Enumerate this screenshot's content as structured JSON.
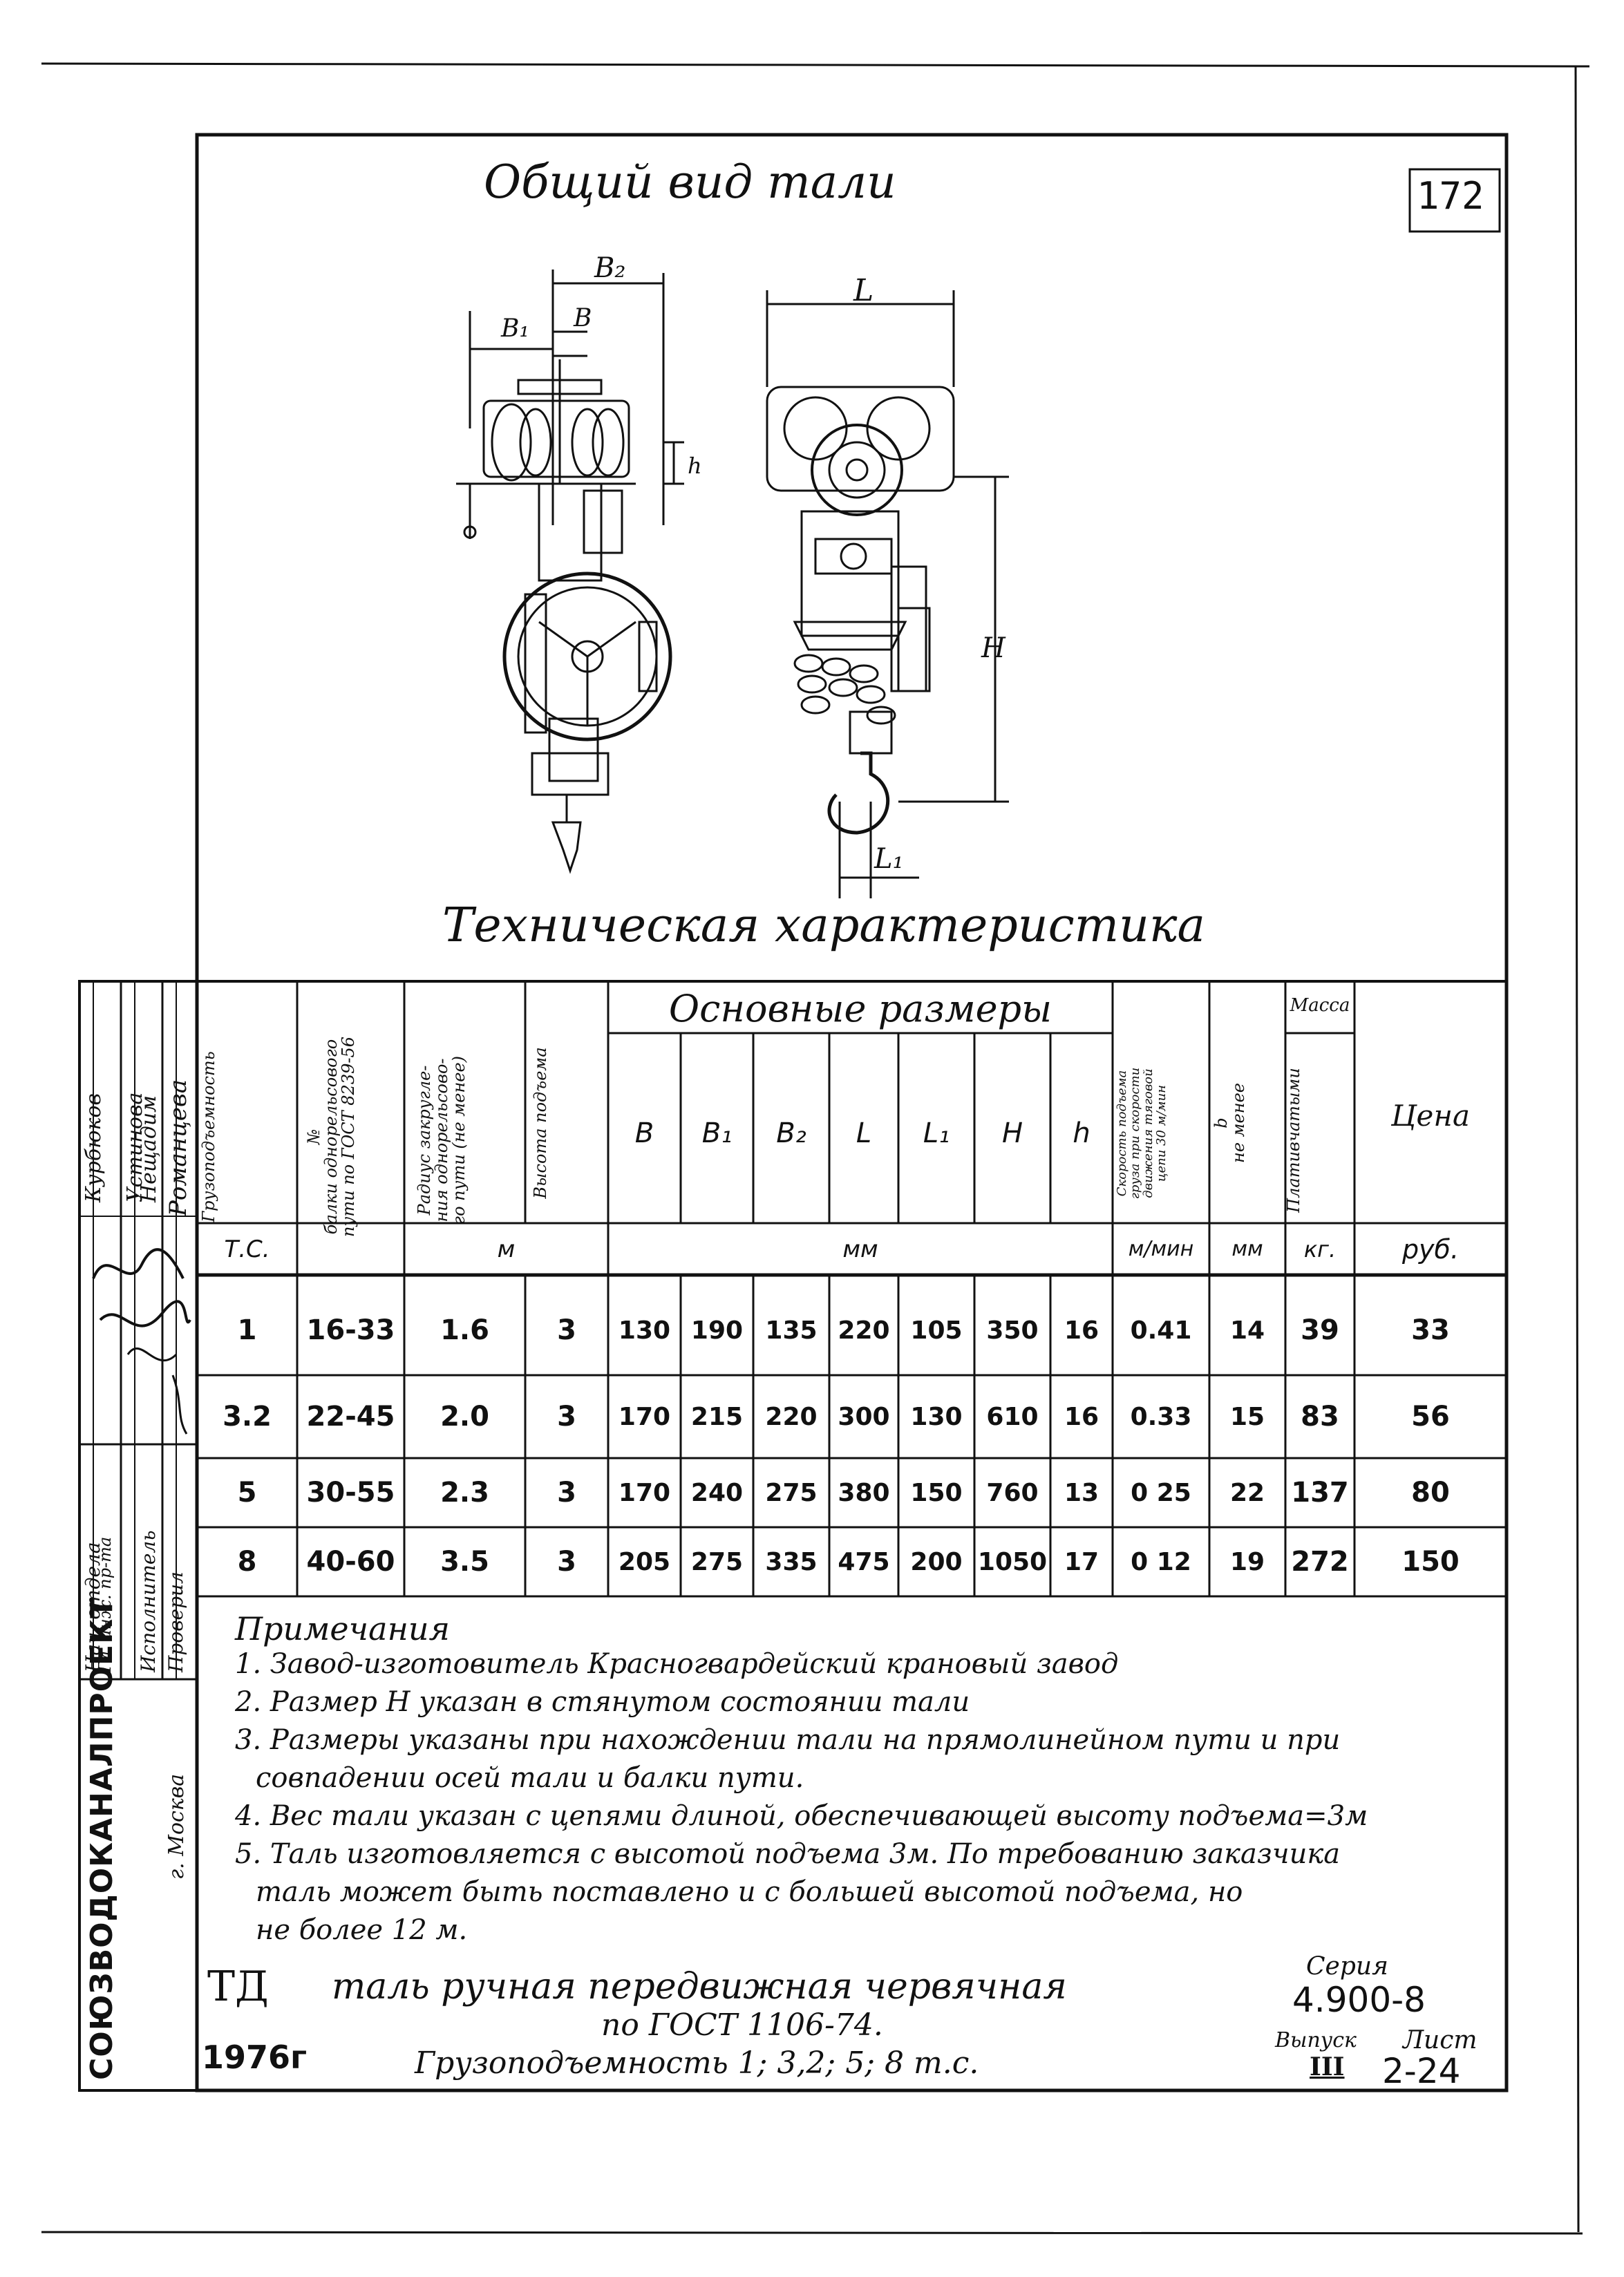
{
  "page_number": "172",
  "drawing": {
    "title": "Общий вид тали",
    "dim_labels": {
      "b2": "B₂",
      "b1": "B₁",
      "b": "B",
      "h_small": "h",
      "l": "L",
      "h_big": "H",
      "l1": "L₁"
    }
  },
  "table": {
    "title": "Техническая характеристика",
    "group_header": "Основные размеры",
    "headers": {
      "capacity": "Грузоподъемность",
      "beam": "№\nбалки однорельсового\nпути по ГОСТ 8239-56",
      "radius": "Радиус закругле-\nния однорельсово-\nго пути (не менее)",
      "lift": "Высота подъема",
      "B": "B",
      "B1": "B₁",
      "B2": "B₂",
      "L": "L",
      "L1": "L₁",
      "H": "H",
      "h": "h",
      "speed": "Скорость подъема\nгруза при скорости\nдвижения тяговой\nцепи 30 м/мин",
      "b_min": "b\nне менее",
      "mass_group": "Масса",
      "mass": "Плативчатыми",
      "price": "Цена"
    },
    "units": {
      "capacity": "Т.С.",
      "radius": "м",
      "dims": "мм",
      "speed": "м/мин",
      "b_min": "мм",
      "mass": "кг.",
      "price": "руб."
    },
    "rows": [
      [
        "1",
        "16-33",
        "1.6",
        "3",
        "130",
        "190",
        "135",
        "220",
        "105",
        "350",
        "16",
        "0.41",
        "14",
        "39",
        "33"
      ],
      [
        "3.2",
        "22-45",
        "2.0",
        "3",
        "170",
        "215",
        "220",
        "300",
        "130",
        "610",
        "16",
        "0.33",
        "15",
        "83",
        "56"
      ],
      [
        "5",
        "30-55",
        "2.3",
        "3",
        "170",
        "240",
        "275",
        "380",
        "150",
        "760",
        "13",
        "0 25",
        "22",
        "137",
        "80"
      ],
      [
        "8",
        "40-60",
        "3.5",
        "3",
        "205",
        "275",
        "335",
        "475",
        "200",
        "1050",
        "17",
        "0 12",
        "19",
        "272",
        "150"
      ]
    ]
  },
  "notes": {
    "title": "Примечания",
    "items": [
      "1. Завод-изготовитель Красногвардейский крановый завод",
      "2. Размер H указан в стянутом состоянии тали",
      "3. Размеры указаны при нахождении тали на прямолинейном пути и при",
      "совпадении осей тали и балки пути.",
      "4. Вес тали указан с цепями длиной, обеспечивающей высоту подъема=3м",
      "5. Таль изготовляется с высотой подъема 3м. По требованию заказчика",
      "таль может быть поставлено и с большей высотой подъема, но",
      "не более 12 м."
    ]
  },
  "side_block": {
    "roles": [
      "Нач. отдела",
      "Гл. инж. пр-та",
      "Исполнитель",
      "Проверил"
    ],
    "names": [
      "Курбюков",
      "Устинова",
      "Нещадим",
      "Романцева"
    ],
    "org": "СОЮЗВОДОКАНАЛПРОЕКТ",
    "city": "г. Москва"
  },
  "title_block": {
    "td": "ТД",
    "year": "1976г",
    "name_line1": "таль ручная передвижная червячная",
    "name_line2": "по ГОСТ 1106-74.",
    "name_line3": "Грузоподъемность 1; 3,2; 5; 8 т.с.",
    "series_label": "Серия",
    "series_value": "4.900-8",
    "issue_label": "Выпуск",
    "issue_value": "III",
    "sheet_label": "Лист",
    "sheet_value": "2-24"
  }
}
